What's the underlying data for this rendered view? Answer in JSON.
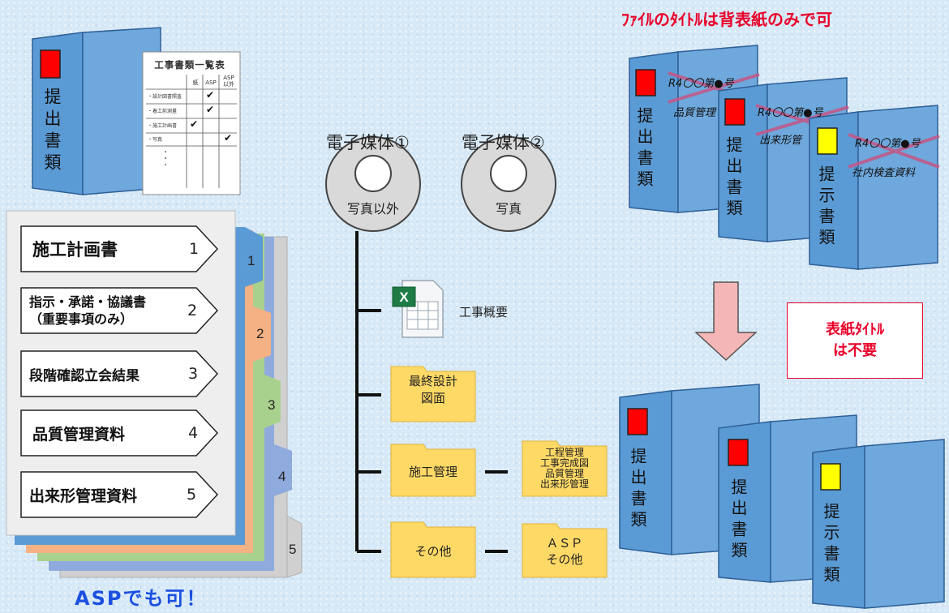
{
  "header_note": "ﾌｧｲﾙのﾀｲﾄﾙは背表紙のみで可",
  "footer_note": "ASPでも可！",
  "cover_note": [
    "表紙ﾀｲﾄﾙ",
    "は不要"
  ],
  "top_left_binder": {
    "label": "提出書類"
  },
  "document_list": {
    "title": "工事書類一覧表",
    "columns": [
      "紙",
      "ASP",
      "ASP\n以外"
    ],
    "rows": [
      "・設計図書照査",
      "・着工前測量",
      "・施工計画書",
      "・写真"
    ],
    "ellipsis": "・\n・\n・"
  },
  "index_cards": [
    {
      "label": "施工計画書",
      "num": "1"
    },
    {
      "label": "指示・承諾・協議書\n（重要事項のみ）",
      "num": "2"
    },
    {
      "label": "段階確認立会結果",
      "num": "3"
    },
    {
      "label": "品質管理資料",
      "num": "4"
    },
    {
      "label": "出来形管理資料",
      "num": "5"
    }
  ],
  "tab_numbers": [
    "1",
    "2",
    "3",
    "4",
    "5"
  ],
  "media": [
    {
      "title": "電子媒体①",
      "sub": "写真以外"
    },
    {
      "title": "電子媒体②",
      "sub": "写真"
    }
  ],
  "tree": {
    "excel_label": "工事概要",
    "folders": [
      {
        "label": "最終設計\n図面"
      },
      {
        "label": "施工管理",
        "note": "工程管理\n工事完成図\n品質管理\n出来形管理"
      },
      {
        "label": "その他",
        "note": "ＡＳＰ\nその他"
      }
    ]
  },
  "old_binders": [
    {
      "label": "提出書類",
      "spine_title": "R4〇〇第●号",
      "sub_title": "品質管理"
    },
    {
      "label": "提出書類",
      "spine_title": "R4〇〇第●号",
      "sub_title": "出来形管"
    },
    {
      "label": "提示書類",
      "spine_title": "R4〇〇第●号",
      "sub_title": "社内検査資料"
    }
  ],
  "new_binders": [
    {
      "label": "提出書類"
    },
    {
      "label": "提出書類"
    },
    {
      "label": "提示書類"
    }
  ],
  "colors": {
    "binder": "#5b9bd5",
    "binder_dark": "#2e5f96",
    "red": "#e8002a",
    "tab_blue": "#5b9bd5",
    "tab_orange": "#f4b183",
    "tab_green": "#a9d18e",
    "tab_purple": "#8faadc",
    "tab_gray": "#d0d0d0",
    "folder": "#ffd966",
    "arrow": "#f4b6b6",
    "footer": "#1b4fe0"
  }
}
